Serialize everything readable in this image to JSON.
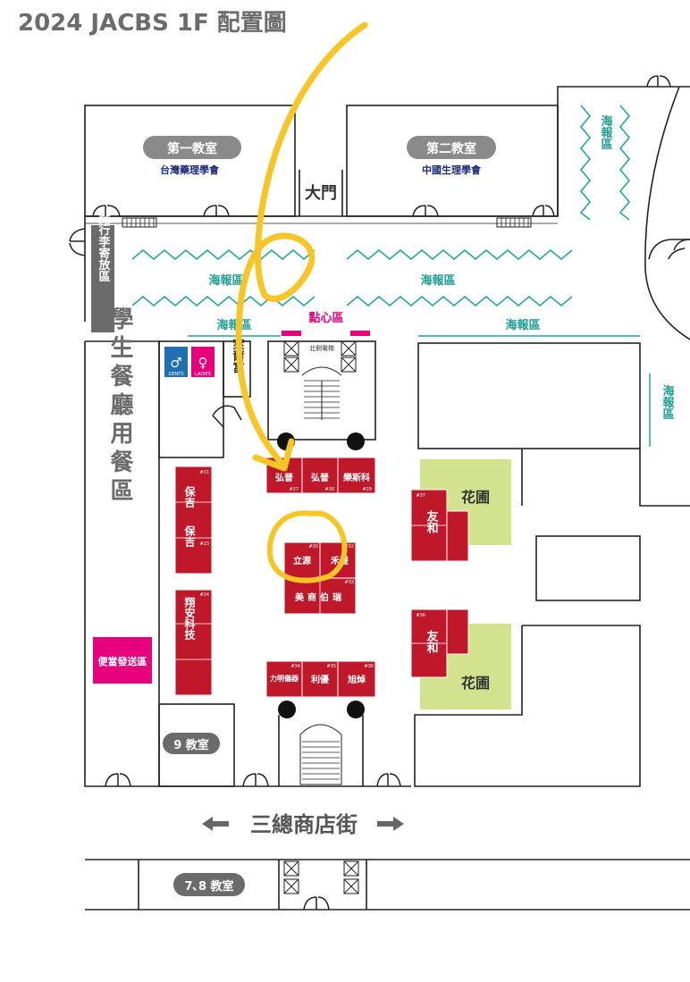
{
  "title": "2024 JACBS  1F 配置圖",
  "rooms": {
    "classroom_1": "第一教室",
    "classroom_1_org": "台灣藥理學會",
    "classroom_2": "第二教室",
    "classroom_2_org": "中國生理學會",
    "main_gate": "大門",
    "classroom_9": "9 教室",
    "classroom_78": "7､8 教室"
  },
  "areas": {
    "storage": "儲藏行李寄放區",
    "poster": "海報區",
    "snack": "點心區",
    "elevator": "北側電梯",
    "dining": "學生餐廳用餐區",
    "lunchbox": "便當發送區",
    "garden": "花圃",
    "lai_partial": "萊爾富",
    "street": "三總商店街"
  },
  "restrooms": {
    "gents": "GENTS",
    "ladies": "LADIES"
  },
  "booths": [
    {
      "name": "弘晉",
      "num": "#27"
    },
    {
      "name": "弘晉",
      "num": "#28"
    },
    {
      "name": "樂斯科",
      "num": "#29"
    },
    {
      "name": "保吉",
      "num": "#21"
    },
    {
      "name": "保吉",
      "num": "#23"
    },
    {
      "name": "翔安科技",
      "num": "#24"
    },
    {
      "name": "立源",
      "num": "#30"
    },
    {
      "name": "禾豐",
      "num": "#32"
    },
    {
      "name": "美商伯瑞",
      "num": "#33"
    },
    {
      "name": "友和",
      "num": "#37"
    },
    {
      "name": "友和",
      "num": "#36"
    },
    {
      "name": "力明儀器",
      "num": "#34"
    },
    {
      "name": "利優",
      "num": "#35"
    },
    {
      "name": "旭焯",
      "num": "#36"
    }
  ],
  "colors": {
    "booth": "#c0182b",
    "teal": "#1a9e92",
    "garden": "#d3e28f",
    "pink": "#e6007e",
    "annotation": "#f7c626",
    "gray_label": "#6b6b6b",
    "navy": "#1d2a7a"
  }
}
